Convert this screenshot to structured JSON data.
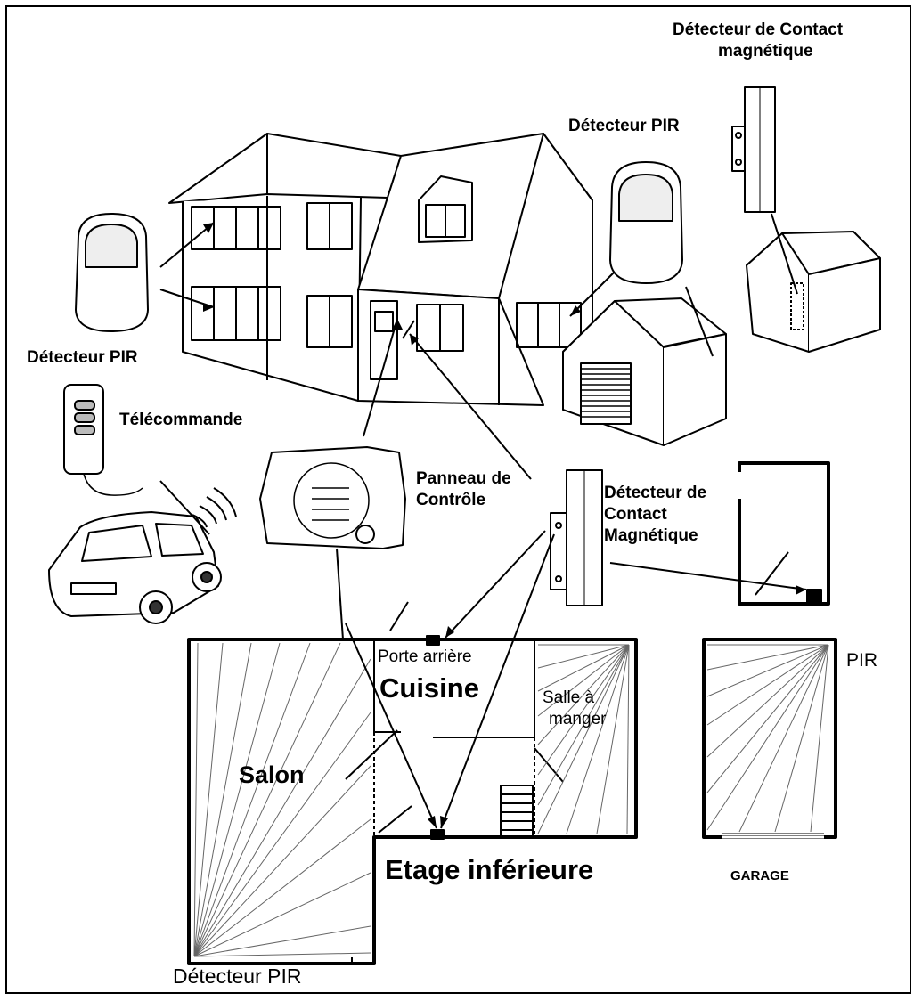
{
  "labels": {
    "contact_top_line1": "Détecteur de Contact",
    "contact_top_line2": "magnétique",
    "pir_top": "Détecteur PIR",
    "pir_left": "Détecteur PIR",
    "remote": "Télécommande",
    "panel_line1": "Panneau de",
    "panel_line2": "Contrôle",
    "contact_mid_line1": "Détecteur de",
    "contact_mid_line2": "Contact",
    "contact_mid_line3": "Magnétique",
    "back_door": "Porte arrière",
    "kitchen": "Cuisine",
    "dining_line1": "Salle à",
    "dining_line2": "manger",
    "living": "Salon",
    "lower_floor": "Etage inférieure",
    "garage": "GARAGE",
    "pir_garage": "PIR",
    "pir_bottom": "Détecteur PIR"
  },
  "colors": {
    "ink": "#000000",
    "fill": "#ffffff",
    "shade": "#d8d8d8"
  }
}
